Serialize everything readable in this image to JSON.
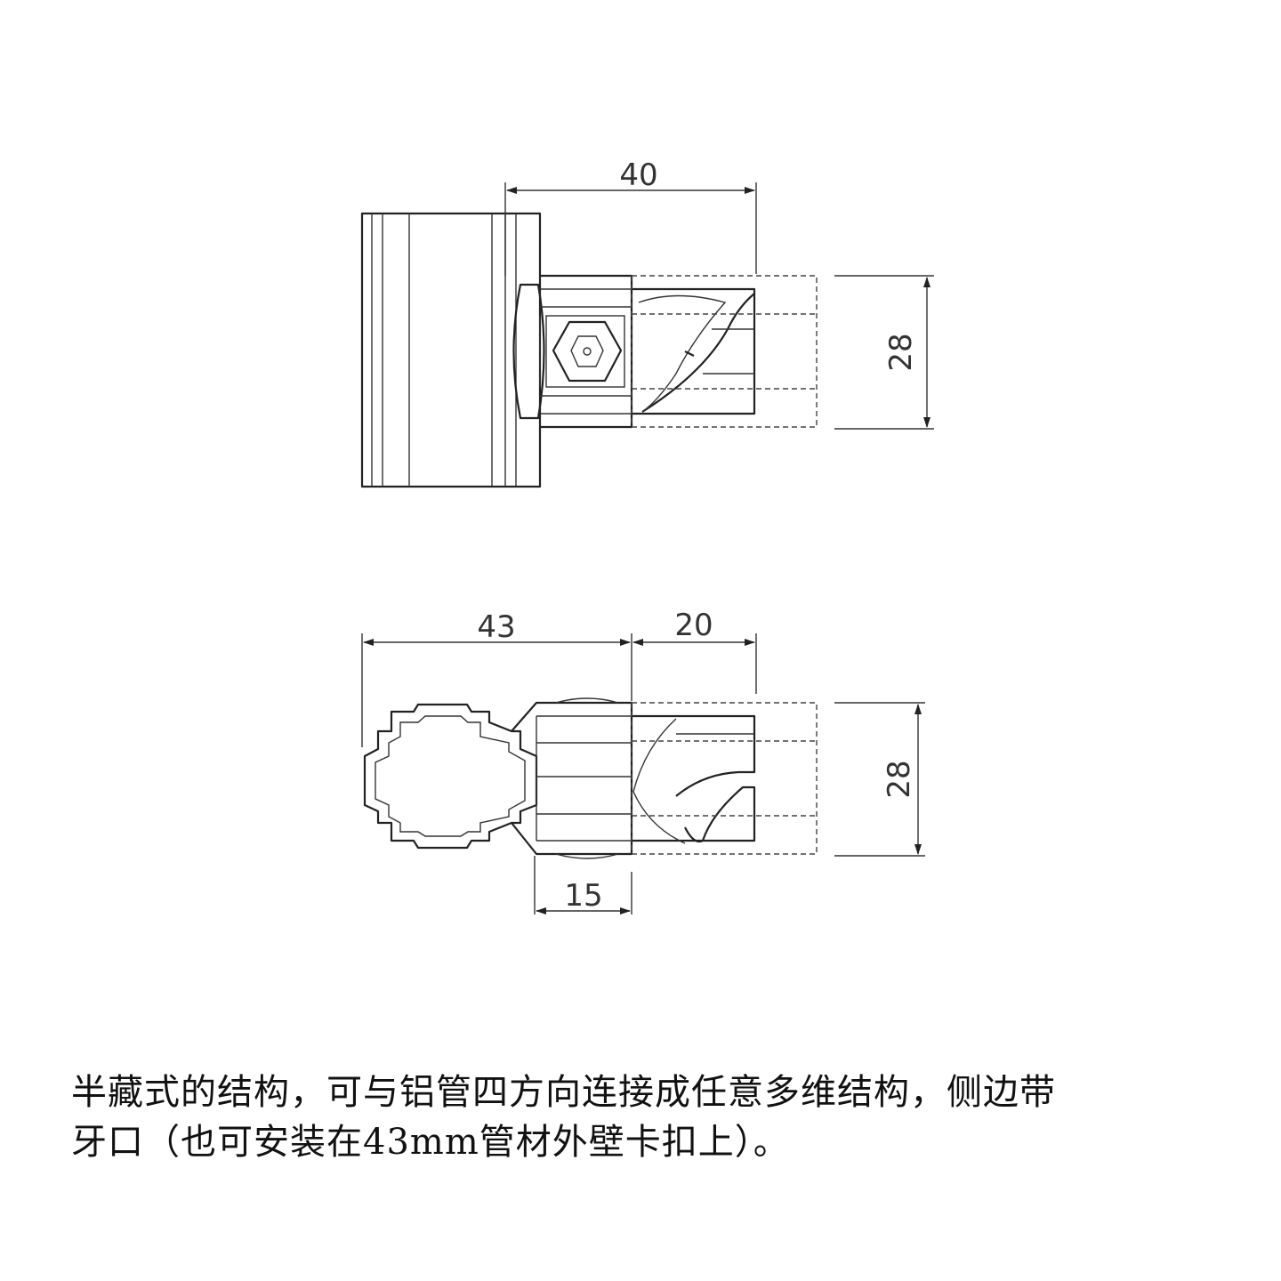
{
  "top_view": {
    "dim_width": "40",
    "dim_height": "28"
  },
  "bottom_view": {
    "dim_pipe": "43",
    "dim_extension": "20",
    "dim_height": "28",
    "dim_base": "15"
  },
  "caption": {
    "line1": "半藏式的结构，可与铝管四方向连接成任意多维结构，侧边带",
    "line2": "牙口（也可安装在43mm管材外壁卡扣上）。"
  }
}
